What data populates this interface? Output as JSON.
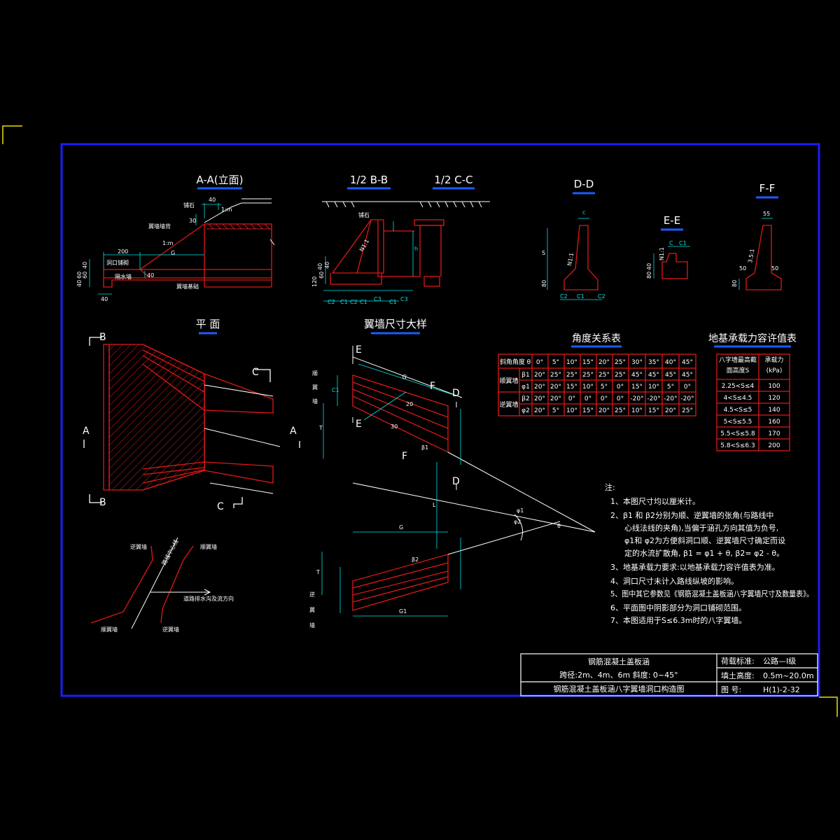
{
  "colors": {
    "background": "#000000",
    "border": "#1c1cff",
    "structure": "#e01818",
    "dimension": "#00e5e5",
    "text": "#ffffff",
    "title_underline": "#1a5cff",
    "corner": "#e8e000"
  },
  "views": {
    "aa": "A-A(立面)",
    "bb": "1/2 B-B",
    "cc": "1/2 C-C",
    "dd": "D-D",
    "ee": "E-E",
    "ff": "F-F",
    "plan": "平 面",
    "detail": "翼墙尺寸大样"
  },
  "section_marks": {
    "A": "A",
    "B": "B",
    "C": "C",
    "D": "D",
    "E": "E",
    "F": "F"
  },
  "aa_labels": {
    "guardrail": "铺石",
    "slope": "1:m",
    "wing_top": "翼墙墙背",
    "dim_40": "40",
    "dim_30": "30",
    "dim_200": "200",
    "dim_G": "G",
    "inlet_bed": "洞口铺砌",
    "cutoff": "隔水墙",
    "wing_base": "翼墙基础",
    "dim_b40": "40",
    "left_dims": [
      "40",
      "60",
      "60",
      "40"
    ]
  },
  "bb_labels": {
    "stone": "铺石",
    "slope": "N1:1",
    "h1": "h",
    "side": [
      "40",
      "60",
      "120",
      "40"
    ],
    "bottom": [
      "C2",
      "C1",
      "C2",
      "C1",
      "C3",
      "C1",
      "C3"
    ]
  },
  "dd_labels": {
    "c": "c",
    "s": "S",
    "slope": "N1:1",
    "base": "80",
    "bottom": [
      "C2",
      "C1",
      "C2"
    ]
  },
  "ee_labels": {
    "top": [
      "C",
      "C1"
    ],
    "slope": "N1:1",
    "left": [
      "40",
      "80"
    ]
  },
  "ff_labels": {
    "top": "55",
    "slope": "3.5:1",
    "left": "50",
    "right": "50",
    "base": "80"
  },
  "detail_labels": {
    "top_wing": "顺翼墙",
    "bottom_wing": "逆翼墙",
    "G": "G",
    "G1": "G1",
    "T": "T",
    "L": "L",
    "C1": "C1",
    "b1": "β1",
    "b2": "β2",
    "phi1": "φ1",
    "phi2": "φ2",
    "d20": "20",
    "d30": "30",
    "theta": "θ"
  },
  "angle_table": {
    "title": "角度关系表",
    "header": [
      "斜角角度 θ",
      "0°",
      "5°",
      "10°",
      "15°",
      "20°",
      "25°",
      "30°",
      "35°",
      "40°",
      "45°"
    ],
    "rows": [
      {
        "group": "顺翼墙",
        "sym": "β1",
        "values": [
          "20°",
          "25°",
          "25°",
          "25°",
          "25°",
          "25°",
          "45°",
          "45°",
          "45°",
          "45°"
        ]
      },
      {
        "group": "",
        "sym": "φ1",
        "values": [
          "20°",
          "20°",
          "15°",
          "10°",
          "5°",
          "0°",
          "15°",
          "10°",
          "5°",
          "0°"
        ]
      },
      {
        "group": "逆翼墙",
        "sym": "β2",
        "values": [
          "20°",
          "20°",
          "0°",
          "0°",
          "0°",
          "0°",
          "-20°",
          "-20°",
          "-20°",
          "-20°"
        ]
      },
      {
        "group": "",
        "sym": "φ2",
        "values": [
          "20°",
          "5°",
          "10°",
          "15°",
          "20°",
          "25°",
          "10°",
          "15°",
          "20°",
          "25°"
        ]
      }
    ]
  },
  "bearing_table": {
    "title": "地基承载力容许值表",
    "header1": "八字墙最高截面高度S",
    "header2": "承载力(kPa)",
    "rows": [
      [
        "2.25<S≤4",
        "100"
      ],
      [
        "4<S≤4.5",
        "120"
      ],
      [
        "4.5<S≤5",
        "140"
      ],
      [
        "5<S≤5.5",
        "160"
      ],
      [
        "5.5<S≤5.8",
        "170"
      ],
      [
        "5.8<S≤6.3",
        "200"
      ]
    ]
  },
  "notes": {
    "title": "注:",
    "items": [
      "1、本图尺寸均以厘米计。",
      "2、β1 和 β2分别为顺、逆翼墙的张角(与路线中",
      "心线法线的夹角),当偏于涵孔方向其值为负号,",
      "φ1和 φ2为方便斜洞口顺、逆翼墙尺寸确定而设",
      "定的水流扩散角, β1 = φ1 + θ, β2= φ2 - θ。",
      "3、地基承载力要求:以地基承载力容许值表为准。",
      "4、洞口尺寸未计入路线纵坡的影响。",
      "5、图中其它参数见《钢筋混凝土盖板涵八字翼墙尺寸及数量表》。",
      "6、平面图中阴影部分为洞口铺砌范围。",
      "7、本图适用于S≤6.3m时的八字翼墙。"
    ]
  },
  "sketch_labels": {
    "reverse_wing": "逆翼墙",
    "road_center": "路线中心线",
    "forward_wing": "顺翼墙",
    "flow": "道路排水沟及流方向",
    "forward_wing2": "顺翼墙",
    "reverse_wing2": "逆翼墙"
  },
  "title_block": {
    "line1": "钢筋混凝土盖板涵",
    "line2": "跨径:2m、4m、6m  斜度: 0~45°",
    "line3": "钢筋混凝土盖板涵八字翼墙洞口构造图",
    "load_label": "荷载标准:",
    "load_value": "公路—Ⅰ级",
    "fill_label": "填土高度:",
    "fill_value": "0.5m~20.0m",
    "drawing_label": "图    号:",
    "drawing_value": "H(1)-2-32"
  }
}
